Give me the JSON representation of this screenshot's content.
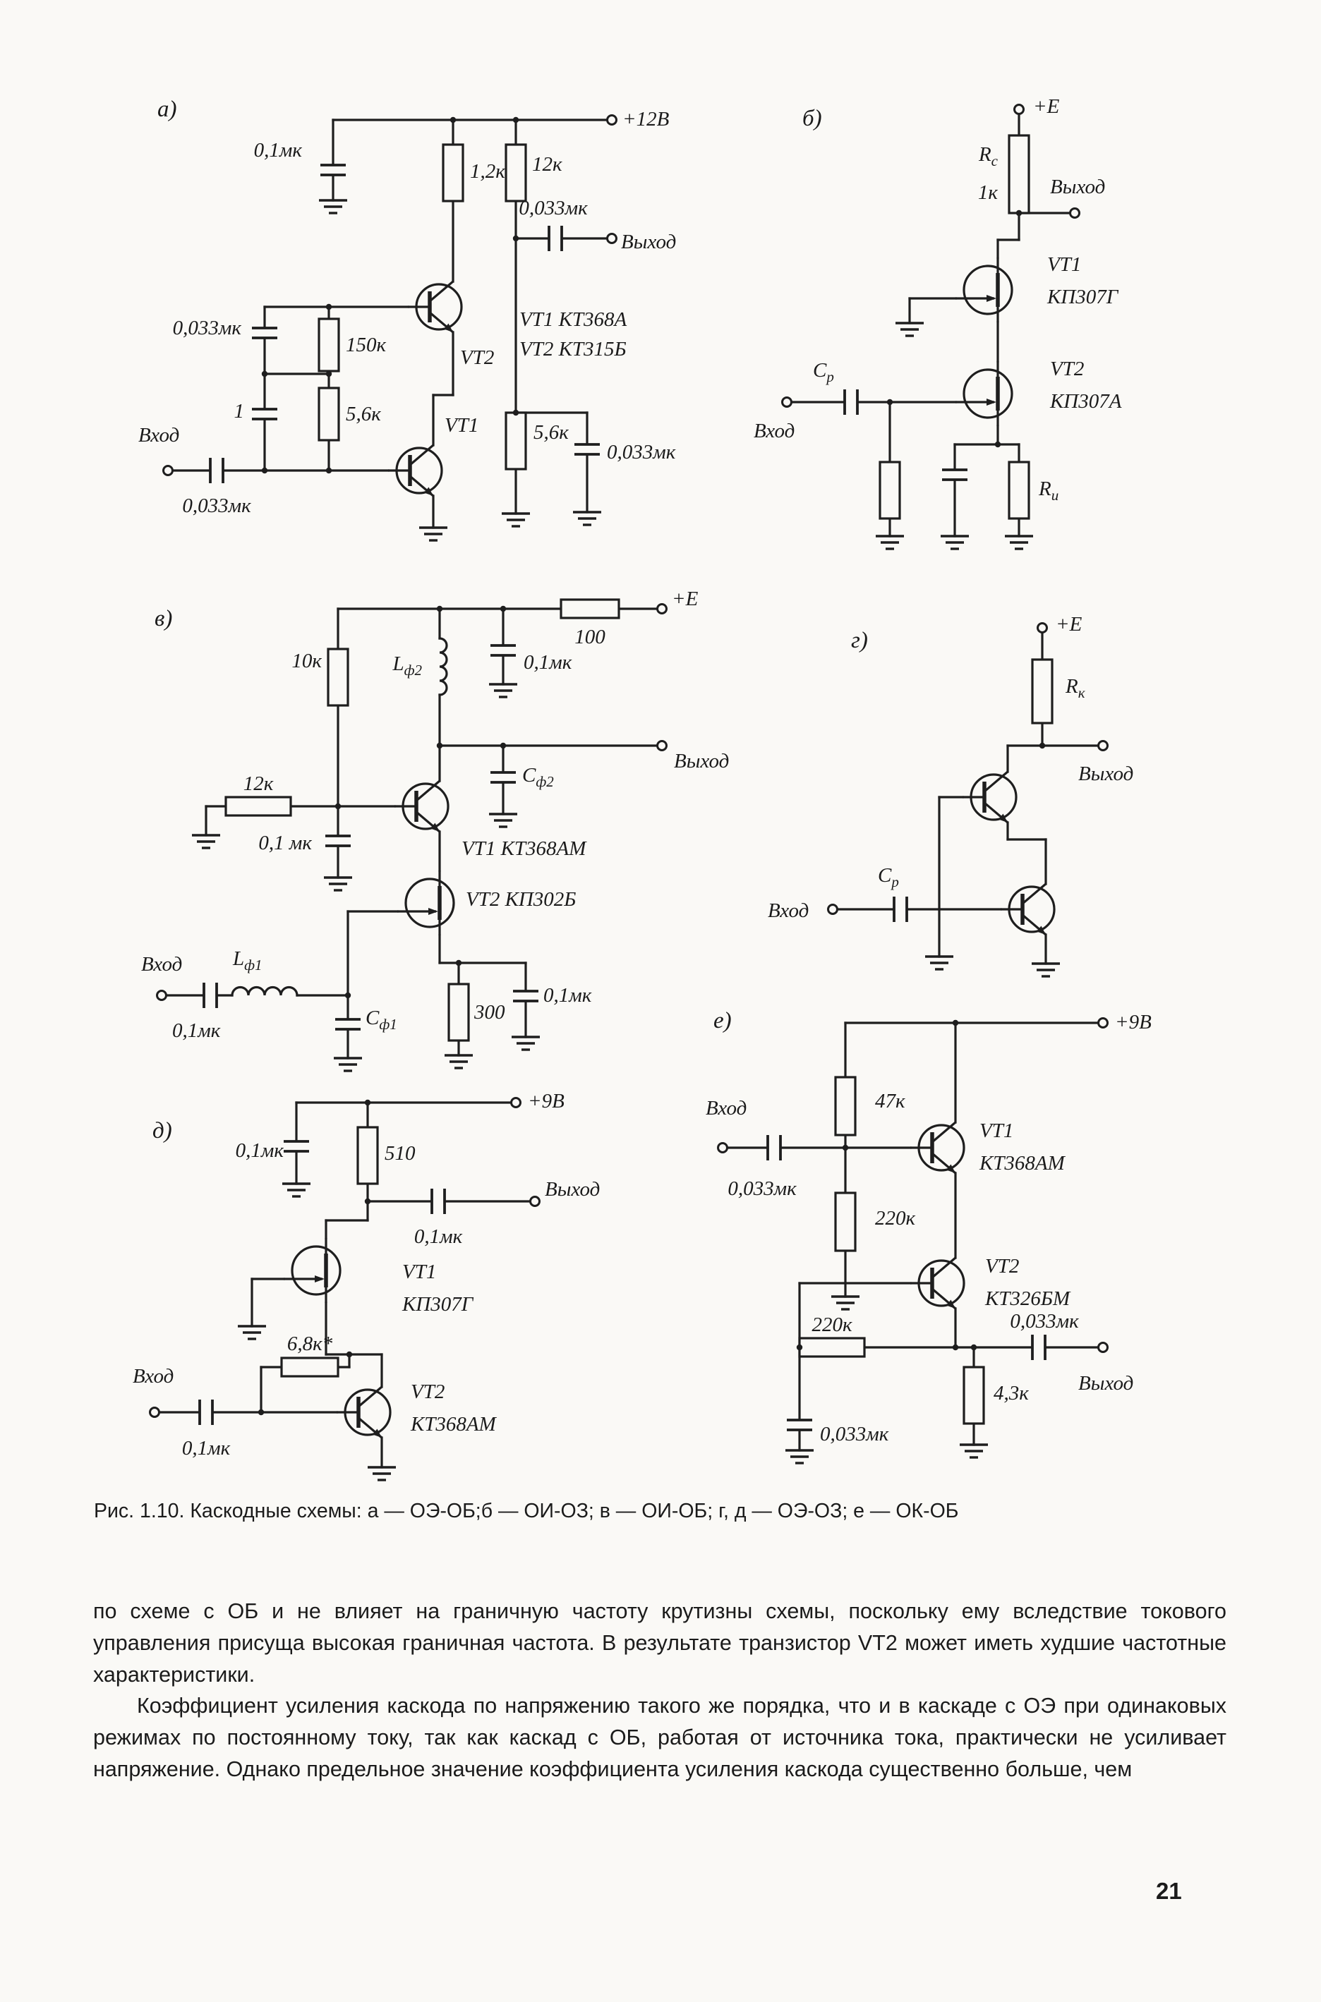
{
  "page": {
    "caption": "Рис. 1.10. Каскодные схемы: а — ОЭ-ОБ;б — ОИ-ОЗ; в — ОИ-ОБ; г, д — ОЭ-ОЗ; е — ОК-ОБ",
    "paragraph1": "по схеме с ОБ и не влияет на граничную частоту крутизны схемы, поскольку ему вследствие токового управления присуща высокая граничная частота. В результате транзистор VT2 может иметь худшие частотные характеристики.",
    "paragraph2": "Коэффициент усиления каскода по напряжению такого же порядка, что и в каскаде с ОЭ при одинаковых режимах по постоянному току, так как каскад с ОБ, работая от источника тока, практически не усиливает напряжение. Однако предельное значение коэффициента усиления каскода существенно больше, чем",
    "number": "21"
  },
  "a": {
    "label": "а)",
    "supply": "+12В",
    "c_top": "0,1мк",
    "r1": "1,2к",
    "r2": "12к",
    "c_out": "0,033мк",
    "out": "Выход",
    "c_left": "0,033мк",
    "r3": "150к",
    "c_mid": "1",
    "r4": "5,6к",
    "vt2": "VT2",
    "vt1": "VT1",
    "type1": "VT1 КТ368А",
    "type2": "VT2 КТ315Б",
    "in": "Вход",
    "c_in": "0,033мк",
    "r5": "5,6к",
    "c_byp": "0,033мк"
  },
  "b": {
    "label": "б)",
    "supply": "+E",
    "rc": {
      "main": "R",
      "sub": "с"
    },
    "rc_val": "1к",
    "out": "Выход",
    "vt1": "VT1",
    "vt1_type": "КП307Г",
    "vt2": "VT2",
    "vt2_type": "КП307А",
    "cp": {
      "main": "C",
      "sub": "р"
    },
    "in": "Вход",
    "ri": {
      "main": "R",
      "sub": "и"
    }
  },
  "v": {
    "label": "в)",
    "supply": "+E",
    "r1": "10к",
    "lf2": {
      "main": "L",
      "sub": "ф2"
    },
    "r2": "100",
    "c1": "0,1мк",
    "out": "Выход",
    "r3": "12к",
    "cf2": {
      "main": "C",
      "sub": "ф2"
    },
    "c2": "0,1 мк",
    "type1": "VT1 КТ368АМ",
    "type2": "VT2 КП302Б",
    "in": "Вход",
    "lf1": {
      "main": "L",
      "sub": "ф1"
    },
    "cf1": {
      "main": "C",
      "sub": "ф1"
    },
    "r4": "300",
    "c3": "0,1мк",
    "c_in": "0,1мк"
  },
  "g": {
    "label": "г)",
    "supply": "+E",
    "rk": {
      "main": "R",
      "sub": "к"
    },
    "out": "Выход",
    "cp": {
      "main": "C",
      "sub": "р"
    },
    "in": "Вход"
  },
  "d": {
    "label": "д)",
    "supply": "+9В",
    "c1": "0,1мк",
    "r1": "510",
    "out": "Выход",
    "c_out": "0,1мк",
    "vt1": "VT1",
    "vt1_type": "КП307Г",
    "in": "Вход",
    "r2": "6,8к*",
    "vt2": "VT2",
    "vt2_type": "КТ368АМ",
    "c_in": "0,1мк"
  },
  "e": {
    "label": "е)",
    "supply": "+9В",
    "in": "Вход",
    "r1": "47к",
    "c_in": "0,033мк",
    "r2": "220к",
    "vt1": "VT1",
    "vt1_type": "КТ368АМ",
    "vt2": "VT2",
    "vt2_type": "КТ326БМ",
    "c_out": "0,033мк",
    "r3": "220к",
    "r4": "4,3к",
    "c_byp": "0,033мк",
    "out": "Выход"
  }
}
